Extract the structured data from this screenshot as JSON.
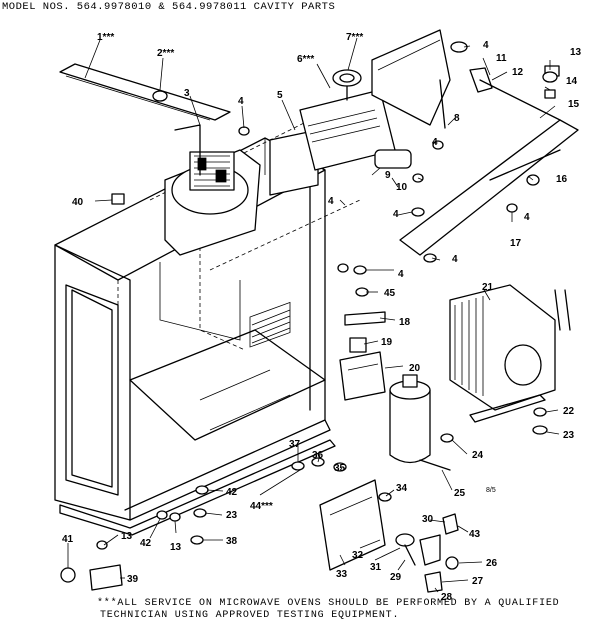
{
  "header": {
    "text": "MODEL NOS. 564.9978010 & 564.9978011   CAVITY PARTS"
  },
  "footer": {
    "line1": "***ALL SERVICE ON MICROWAVE OVENS SHOULD BE PERFORMED BY A QUALIFIED",
    "line2": "TECHNICIAN USING APPROVED TESTING EQUIPMENT."
  },
  "corner_mark": "8/5",
  "callouts": {
    "c1": "1***",
    "c2": "2***",
    "c3": "3",
    "c4a": "4",
    "c4b": "4",
    "c4c": "4",
    "c4d": "4",
    "c4e": "4",
    "c4f": "4",
    "c4g": "4",
    "c4h": "4",
    "c5": "5",
    "c6": "6***",
    "c7": "7***",
    "c8": "8",
    "c9": "9",
    "c10": "10",
    "c11": "11",
    "c12": "12",
    "c13a": "13",
    "c13b": "13",
    "c13c": "13",
    "c14": "14",
    "c15": "15",
    "c16": "16",
    "c17": "17",
    "c18": "18",
    "c19": "19",
    "c20": "20",
    "c21": "21",
    "c22": "22",
    "c23a": "23",
    "c23b": "23",
    "c24": "24",
    "c25": "25",
    "c26": "26",
    "c27": "27",
    "c28": "28",
    "c29": "29",
    "c30": "30",
    "c31": "31",
    "c32": "32",
    "c33": "33",
    "c34": "34",
    "c35": "35",
    "c36": "36",
    "c37": "37",
    "c38": "38",
    "c39": "39",
    "c40": "40",
    "c41": "41",
    "c42a": "42",
    "c42b": "42",
    "c43": "43",
    "c44": "44***",
    "c45": "45"
  }
}
